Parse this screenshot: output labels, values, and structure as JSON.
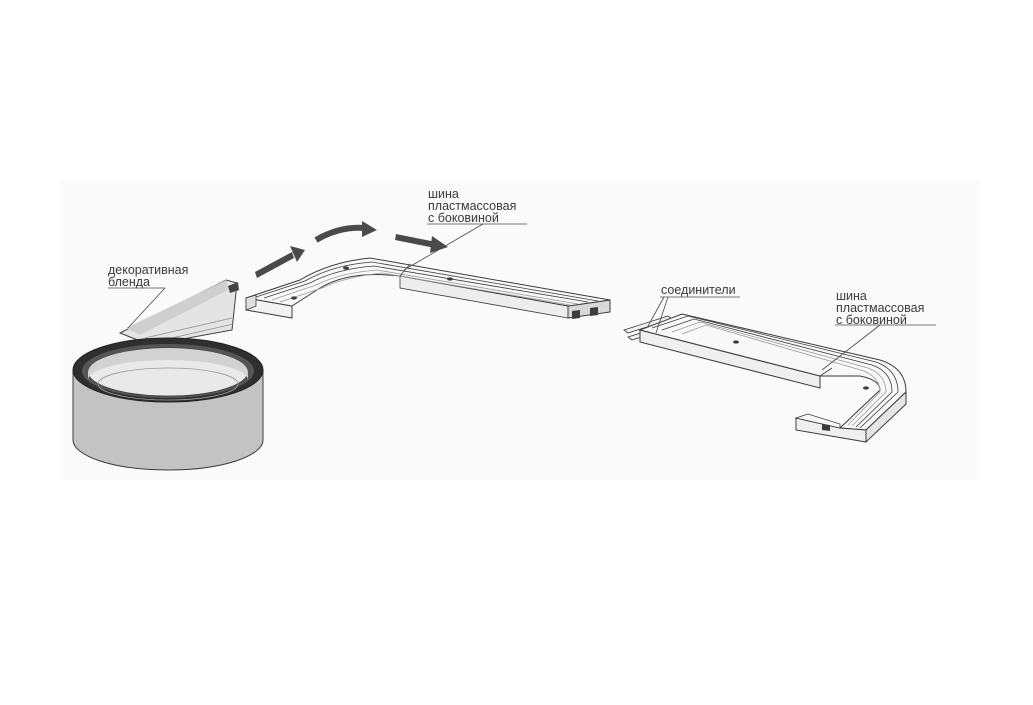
{
  "labels": {
    "blende": {
      "line1": "декоративная",
      "line2": "бленда"
    },
    "rail_left": {
      "line1": "шина",
      "line2": "пластмассовая",
      "line3": "с боковиной"
    },
    "connectors": {
      "line1": "соединители"
    },
    "rail_right": {
      "line1": "шина",
      "line2": "пластмассовая",
      "line3": "с боковиной"
    }
  },
  "colors": {
    "background": "#ffffff",
    "outline": "#3c3c3c",
    "light_fill": "#f6f6f6",
    "mid_fill": "#dcdcdc",
    "dark_fill": "#b9b9b9",
    "roll_outer": "#c2c2c2",
    "roll_inner": "#2e2e2e",
    "arrow": "#4a4a4a"
  },
  "icons": [
    "arrow-right-icon",
    "arrow-curved-icon"
  ]
}
